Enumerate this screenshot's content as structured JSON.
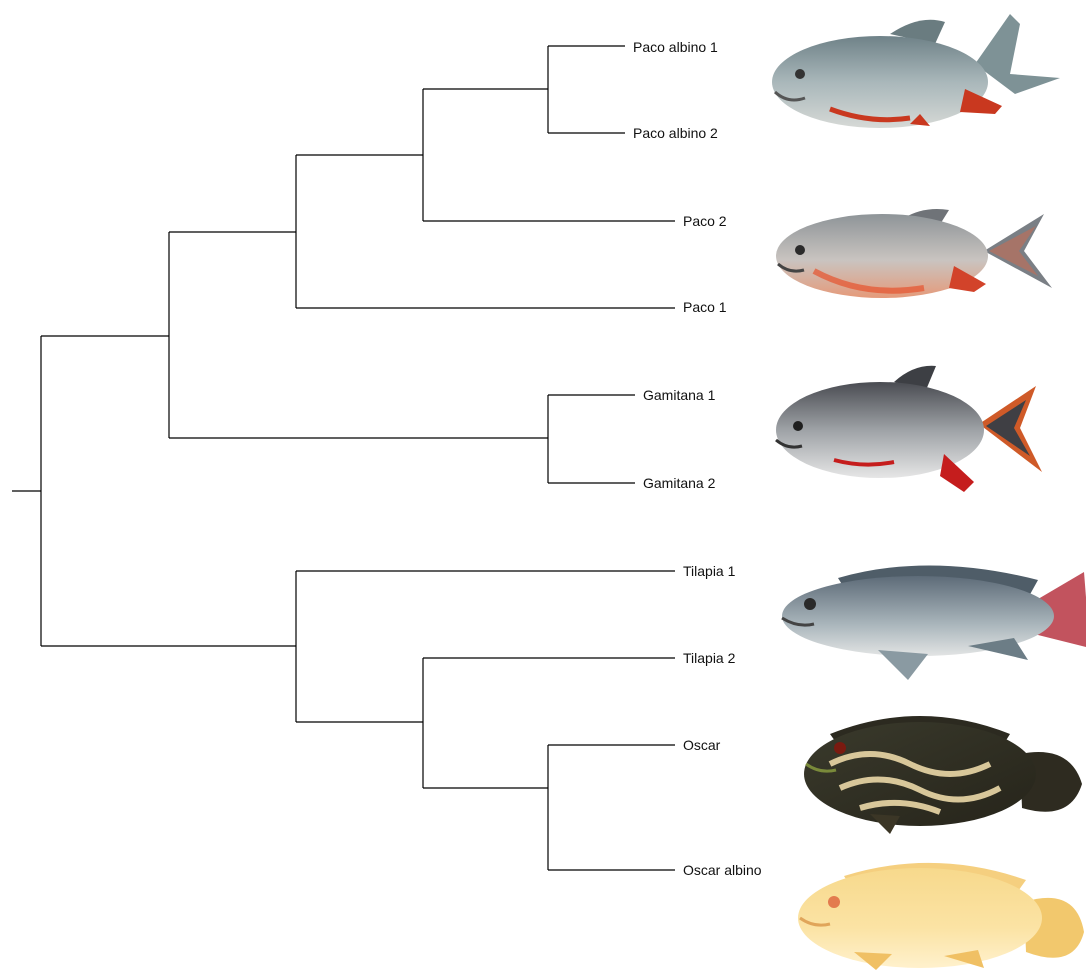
{
  "taxa": [
    {
      "id": "paco-albino-1",
      "label": "Paco albino 1"
    },
    {
      "id": "paco-albino-2",
      "label": "Paco albino 2"
    },
    {
      "id": "paco-2",
      "label": "Paco 2"
    },
    {
      "id": "paco-1",
      "label": "Paco 1"
    },
    {
      "id": "gamitana-1",
      "label": "Gamitana 1"
    },
    {
      "id": "gamitana-2",
      "label": "Gamitana 2"
    },
    {
      "id": "tilapia-1",
      "label": "Tilapia 1"
    },
    {
      "id": "tilapia-2",
      "label": "Tilapia 2"
    },
    {
      "id": "oscar",
      "label": "Oscar"
    },
    {
      "id": "oscar-albino",
      "label": "Oscar albino"
    }
  ],
  "tree_topology": "((((Paco albino 1,Paco albino 2),Paco 2),Paco 1),(Gamitana 1,Gamitana 2)),(Tilapia 1,(Tilapia 2,(Oscar,Oscar albino)))",
  "illustrations": [
    {
      "name": "paco-albino-fish",
      "depicts": "Paco albino"
    },
    {
      "name": "paco-fish",
      "depicts": "Paco"
    },
    {
      "name": "gamitana-fish",
      "depicts": "Gamitana"
    },
    {
      "name": "tilapia-fish",
      "depicts": "Tilapia"
    },
    {
      "name": "oscar-fish",
      "depicts": "Oscar"
    },
    {
      "name": "oscar-albino-fish",
      "depicts": "Oscar albino"
    }
  ]
}
